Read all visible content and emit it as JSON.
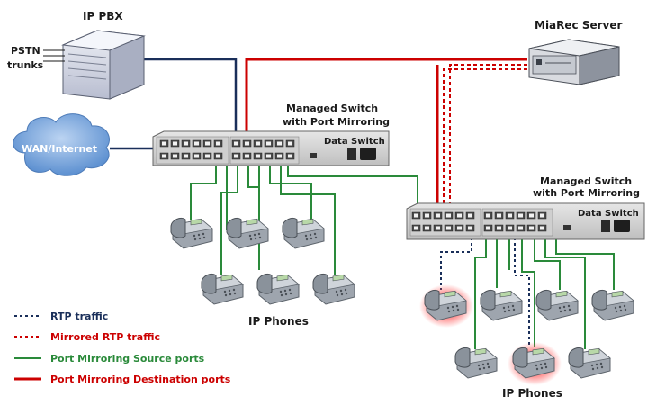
{
  "labels": {
    "ip_pbx": "IP PBX",
    "pstn": "PSTN",
    "trunks": "trunks",
    "miarec_server": "MiaRec Server",
    "wan": "WAN/Internet",
    "switch_top_line1": "Managed Switch",
    "switch_top_line2": "with Port Mirroring",
    "switch_right_line1": "Managed Switch",
    "switch_right_line2": "with Port Mirroring",
    "data_switch": "Data Switch",
    "ip_phones": "IP Phones"
  },
  "legend": [
    {
      "label": "RTP traffic",
      "color": "#1a2f5a",
      "style": "dashed"
    },
    {
      "label": "Mirrored RTP traffic",
      "color": "#cc0000",
      "style": "dashed"
    },
    {
      "label": "Port Mirroring Source ports",
      "color": "#2a8a3a",
      "style": "solid"
    },
    {
      "label": "Port Mirroring Destination ports",
      "color": "#cc0000",
      "style": "solid-thick"
    }
  ],
  "colors": {
    "rtp": "#1a2f5a",
    "mirrored": "#cc0000",
    "source": "#2a8a3a",
    "destination": "#cc0000",
    "switch_body": "#d4d4d4",
    "cloud": "#6f9fd8"
  }
}
